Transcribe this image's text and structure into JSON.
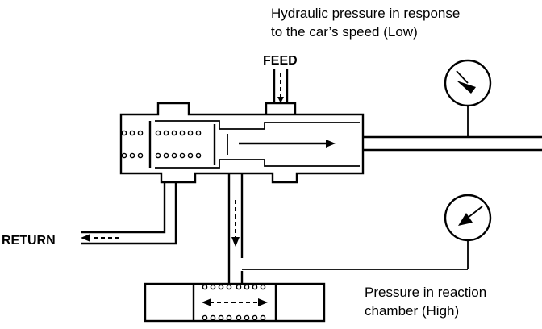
{
  "labels": {
    "speed_pressure_line1": "Hydraulic pressure in response",
    "speed_pressure_line2": "to the car’s speed (Low)",
    "feed": "FEED",
    "return": "RETURN",
    "reaction_line1": "Pressure in reaction",
    "reaction_line2": "chamber (High)"
  },
  "gauges": [
    {
      "name": "speed-pressure-gauge",
      "reading": "Low"
    },
    {
      "name": "reaction-chamber-gauge",
      "reading": "High"
    }
  ],
  "colors": {
    "ink": "#000000",
    "paper": "#ffffff"
  }
}
